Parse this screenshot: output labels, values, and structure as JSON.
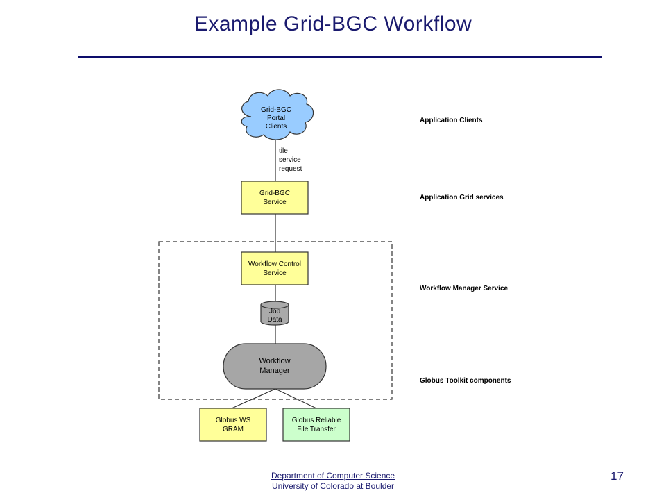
{
  "title": "Example Grid-BGC Workflow",
  "footer": {
    "department": "Department of Computer Science",
    "university": "University of Colorado at Boulder",
    "page_number": "17"
  },
  "diagram": {
    "portal_clients": [
      "Grid-BGC",
      "Portal",
      "Clients"
    ],
    "edge_label": [
      "tile",
      "service",
      "request"
    ],
    "grid_bgc_service": [
      "Grid-BGC",
      "Service"
    ],
    "workflow_control_service": [
      "Workflow Control",
      "Service"
    ],
    "job_data": [
      "Job",
      "Data"
    ],
    "workflow_manager": [
      "Workflow",
      "Manager"
    ],
    "globus_ws_gram": [
      "Globus WS",
      "GRAM"
    ],
    "globus_rft": [
      "Globus Reliable",
      "File Transfer"
    ]
  },
  "layers": {
    "application_clients": "Application Clients",
    "application_grid_services": "Application Grid services",
    "workflow_manager_service": "Workflow Manager Service",
    "globus_toolkit_components": "Globus Toolkit components"
  },
  "colors": {
    "title_text": "#1a1a6e",
    "cloud_fill": "#99ccff",
    "service_fill": "#ffff99",
    "db_fill": "#aaaaaa",
    "manager_fill": "#a6a6a6",
    "rft_fill": "#ccffcc"
  }
}
